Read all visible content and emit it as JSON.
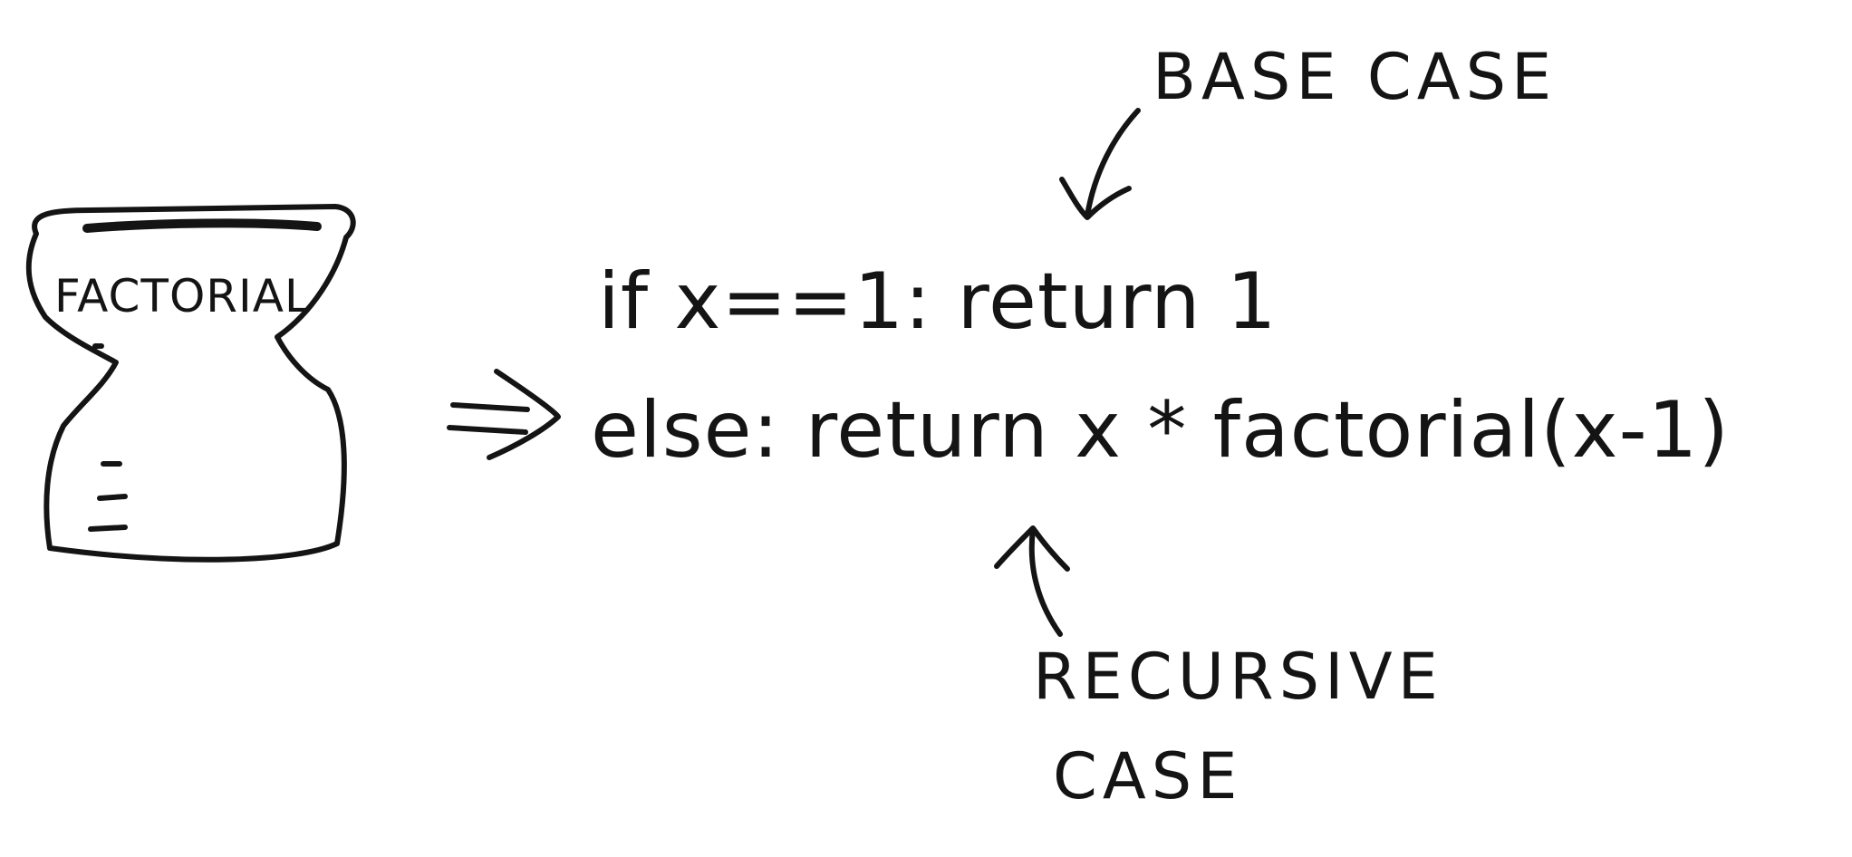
{
  "diagram": {
    "box_label": "FACTORIAL",
    "base_case_label": "BASE CASE",
    "recursive_case_label_line1": "RECURSIVE",
    "recursive_case_label_line2": "CASE",
    "code": {
      "line1": "if x==1: return 1",
      "line2": "else: return x * factorial(x-1)"
    },
    "ink_color": "#141414"
  }
}
